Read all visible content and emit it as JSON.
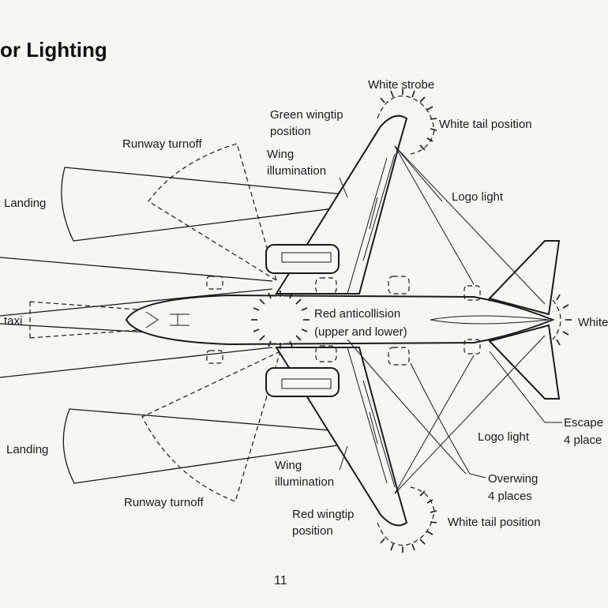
{
  "title": "or Lighting",
  "page_number": "11",
  "labels": {
    "white_strobe": "White strobe",
    "green_wingtip_l1": "Green wingtip",
    "green_wingtip_l2": "position",
    "white_tail_top": "White tail position",
    "runway_turnoff_top": "Runway turnoff",
    "wing_illum_top_l1": "Wing",
    "wing_illum_top_l2": "illumination",
    "landing_top": "Landing",
    "logo_light_top": "Logo light",
    "taxi": "taxi",
    "red_anticollision_l1": "Red anticollision",
    "red_anticollision_l2": "(upper and lower)",
    "white_right": "White",
    "escape_l1": "Escape",
    "escape_l2": "4 place",
    "logo_light_bottom": "Logo light",
    "landing_bottom": "Landing",
    "wing_illum_bottom_l1": "Wing",
    "wing_illum_bottom_l2": "illumination",
    "overwing_l1": "Overwing",
    "overwing_l2": "4 places",
    "runway_turnoff_bottom": "Runway turnoff",
    "red_wingtip_l1": "Red wingtip",
    "red_wingtip_l2": "position",
    "white_tail_bottom": "White tail position"
  }
}
